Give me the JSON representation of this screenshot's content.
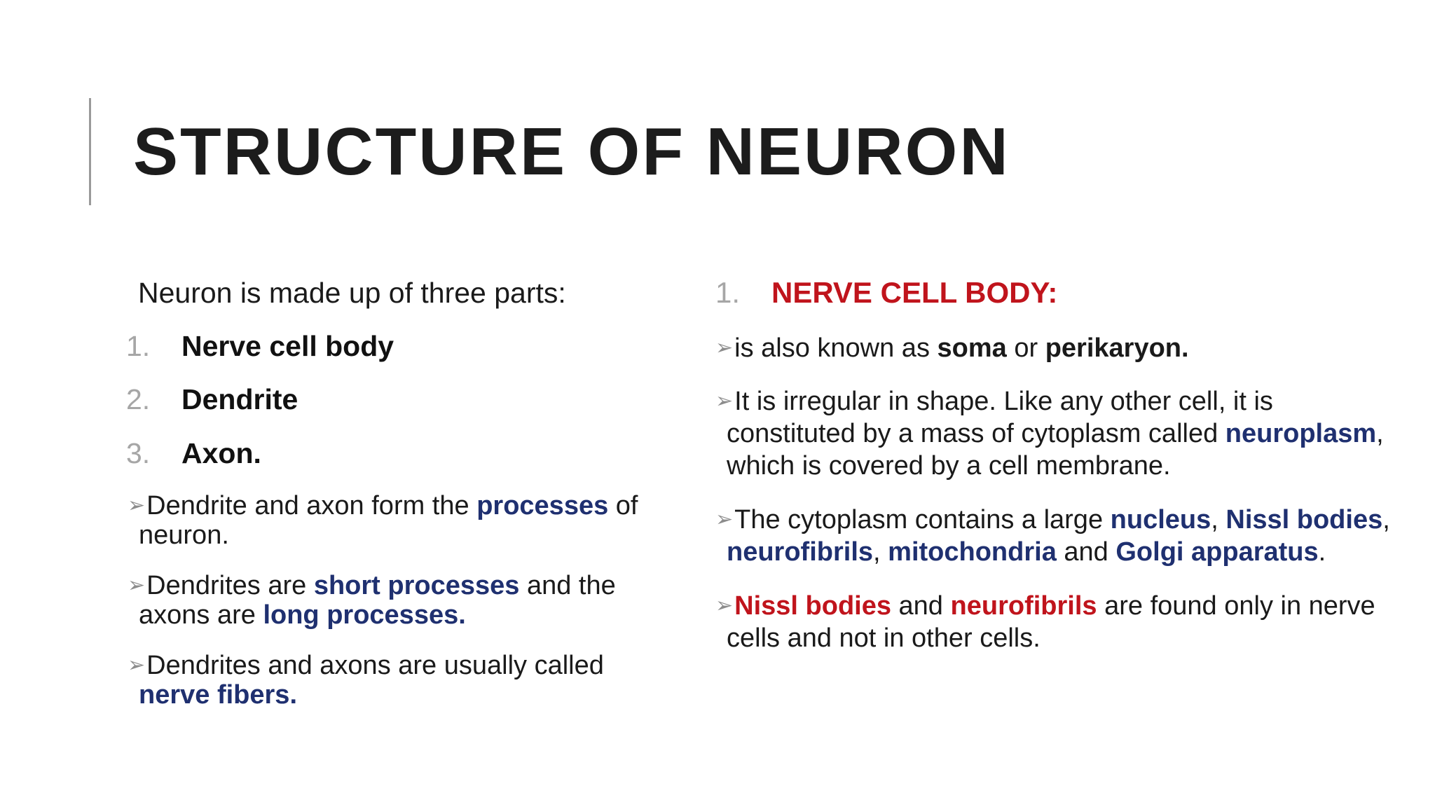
{
  "title": "STRUCTURE OF NEURON",
  "left": {
    "intro": "Neuron is made up of three parts:",
    "parts": [
      {
        "num": "1.",
        "label": "Nerve cell body"
      },
      {
        "num": "2.",
        "label": "Dendrite"
      },
      {
        "num": "3.",
        "label": "Axon."
      }
    ],
    "bullet1": {
      "a": "Dendrite and axon form the ",
      "b": "processes",
      "c": " of",
      "d": "neuron."
    },
    "bullet2": {
      "a": "Dendrites are ",
      "b": "short processes",
      "c": " and the",
      "d": "axons are ",
      "e": "long processes."
    },
    "bullet3": {
      "a": "Dendrites and axons are usually called",
      "b": "nerve fibers."
    }
  },
  "right": {
    "heading_num": "1.",
    "heading": "NERVE CELL BODY:",
    "bullet1": {
      "a": "is also known as ",
      "b": "soma",
      "c": " or ",
      "d": "perikaryon."
    },
    "bullet2": {
      "line1": "It is irregular in shape. Like any other cell, it is",
      "a": "constituted by a mass of cytoplasm called ",
      "b": "neuroplasm",
      "c": ",",
      "line3": "which is covered by a cell membrane."
    },
    "bullet3": {
      "a": "The cytoplasm contains a large ",
      "b": "nucleus",
      "c": ", ",
      "d": "Nissl bodies",
      "e": ",",
      "f": "neurofibrils",
      "g": ", ",
      "h": "mitochondria",
      "i": " and ",
      "j": "Golgi apparatus",
      "k": "."
    },
    "bullet4": {
      "a": "Nissl bodies",
      "b": " and ",
      "c": "neurofibrils",
      "d": " are found only in nerve",
      "e": "cells and not in other cells."
    }
  },
  "colors": {
    "accent_blue": "#1f3070",
    "accent_red": "#c0141c",
    "number_gray": "#a6a6a6"
  }
}
